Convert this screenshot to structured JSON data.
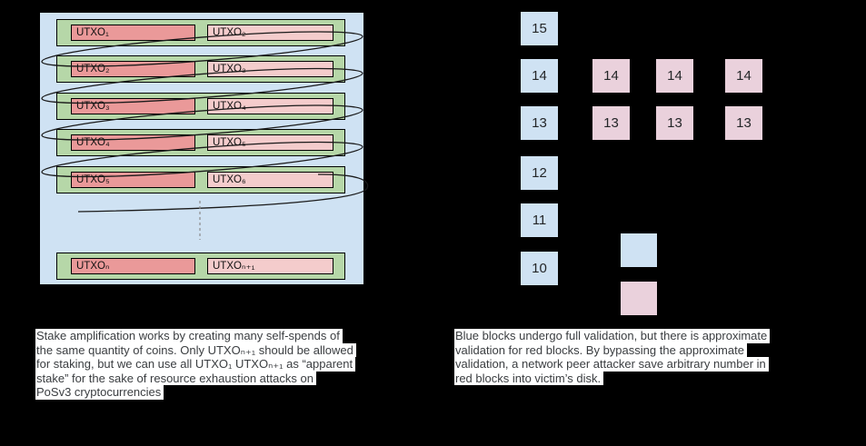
{
  "left_diagram": {
    "title": "stake-amplification-utxo-chain",
    "rows": [
      {
        "left": "UTXO₁",
        "right": "UTXO₂"
      },
      {
        "left": "UTXO₂",
        "right": "UTXO₃"
      },
      {
        "left": "UTXO₃",
        "right": "UTXO₄"
      },
      {
        "left": "UTXO₄",
        "right": "UTXO₅"
      },
      {
        "left": "UTXO₅",
        "right": "UTXO₆"
      },
      {
        "left": "UTXOₙ",
        "right": "UTXOₙ₊₁"
      }
    ]
  },
  "right_diagram": {
    "title": "block-validation-chain",
    "blue_column": [
      "15",
      "14",
      "13",
      "12",
      "11",
      "10"
    ],
    "red_rows": [
      [
        "14",
        "14",
        "14"
      ],
      [
        "13",
        "13",
        "13"
      ]
    ]
  },
  "captions": {
    "left_lines": [
      "Stake amplification works by creating many self-spends of",
      "the same quantity of coins. Only UTXOₙ₊₁ should be allowed",
      "for staking, but we can use all UTXO₁ UTXOₙ₊₁ as “apparent",
      "stake” for the sake of resource exhaustion attacks on",
      "PoSv3 cryptocurrencies"
    ],
    "right_lines": [
      "Blue blocks undergo full validation, but there is approximate",
      "validation for red blocks. By bypassing the approximate",
      "validation, a network peer attacker save arbitrary number in",
      "red blocks into victim’s disk."
    ]
  },
  "colors": {
    "page_background": "#000000",
    "panel_blue": "#cfe2f3",
    "row_green": "#b6d7a8",
    "utxo_red": "#ea9999",
    "utxo_light_red": "#f4cccc",
    "block_blue": "#cfe2f3",
    "block_red": "#ead1dc",
    "caption_highlight": "#ffffff",
    "curve_stroke": "#1a1a1a"
  }
}
